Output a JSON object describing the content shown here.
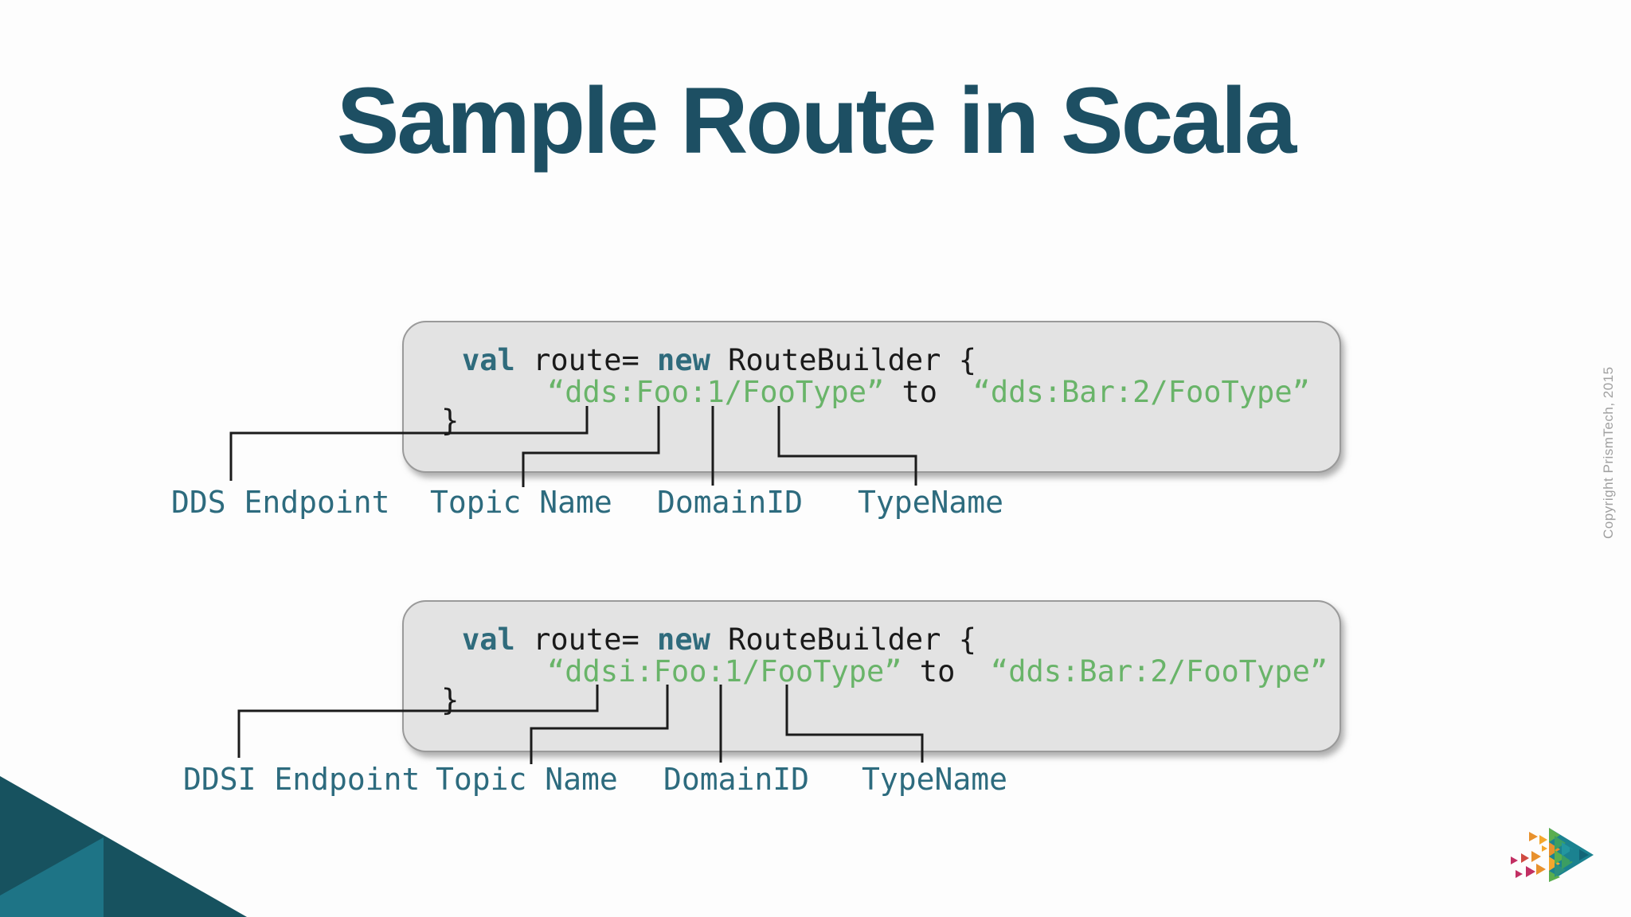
{
  "slide": {
    "title": "Sample Route in Scala",
    "copyright_notice": "Copyright PrismTech, 2015"
  },
  "code_blocks": [
    {
      "keyword_val": "val",
      "text_after_val": " route= ",
      "keyword_new": "new",
      "text_after_new": " RouteBuilder {",
      "string_from": "“dds:Foo:1/FooType”",
      "operator_to": " to  ",
      "string_to": "“dds:Bar:2/FooType”",
      "closing_brace": "}",
      "labels": [
        "DDS Endpoint",
        "Topic Name",
        "DomainID",
        "TypeName"
      ]
    },
    {
      "keyword_val": "val",
      "text_after_val": " route= ",
      "keyword_new": "new",
      "text_after_new": " RouteBuilder {",
      "string_from": "“ddsi:Foo:1/FooType”",
      "operator_to": " to  ",
      "string_to": "“dds:Bar:2/FooType”",
      "closing_brace": "}",
      "labels": [
        "DDSI Endpoint",
        "Topic Name",
        "DomainID",
        "TypeName"
      ]
    }
  ],
  "colors": {
    "title_text": "#1d4f63",
    "code_keyword": "#2f6b7c",
    "code_string": "#69b469",
    "code_text": "#1a1a1a",
    "label_text": "#2d6b7e",
    "code_box_background": "#e3e3e3",
    "code_box_border": "#9a9a9a",
    "connector_line": "#1b1b1b",
    "corner_triangle_dark": "#17525f",
    "corner_triangle_light": "#1e7486",
    "copyright_text": "#a0a0a0",
    "logo_palette": [
      "#c22f63",
      "#d04a41",
      "#e8912d",
      "#f4a72d",
      "#5aae4e",
      "#3b9e62",
      "#1b8290",
      "#136577"
    ]
  }
}
